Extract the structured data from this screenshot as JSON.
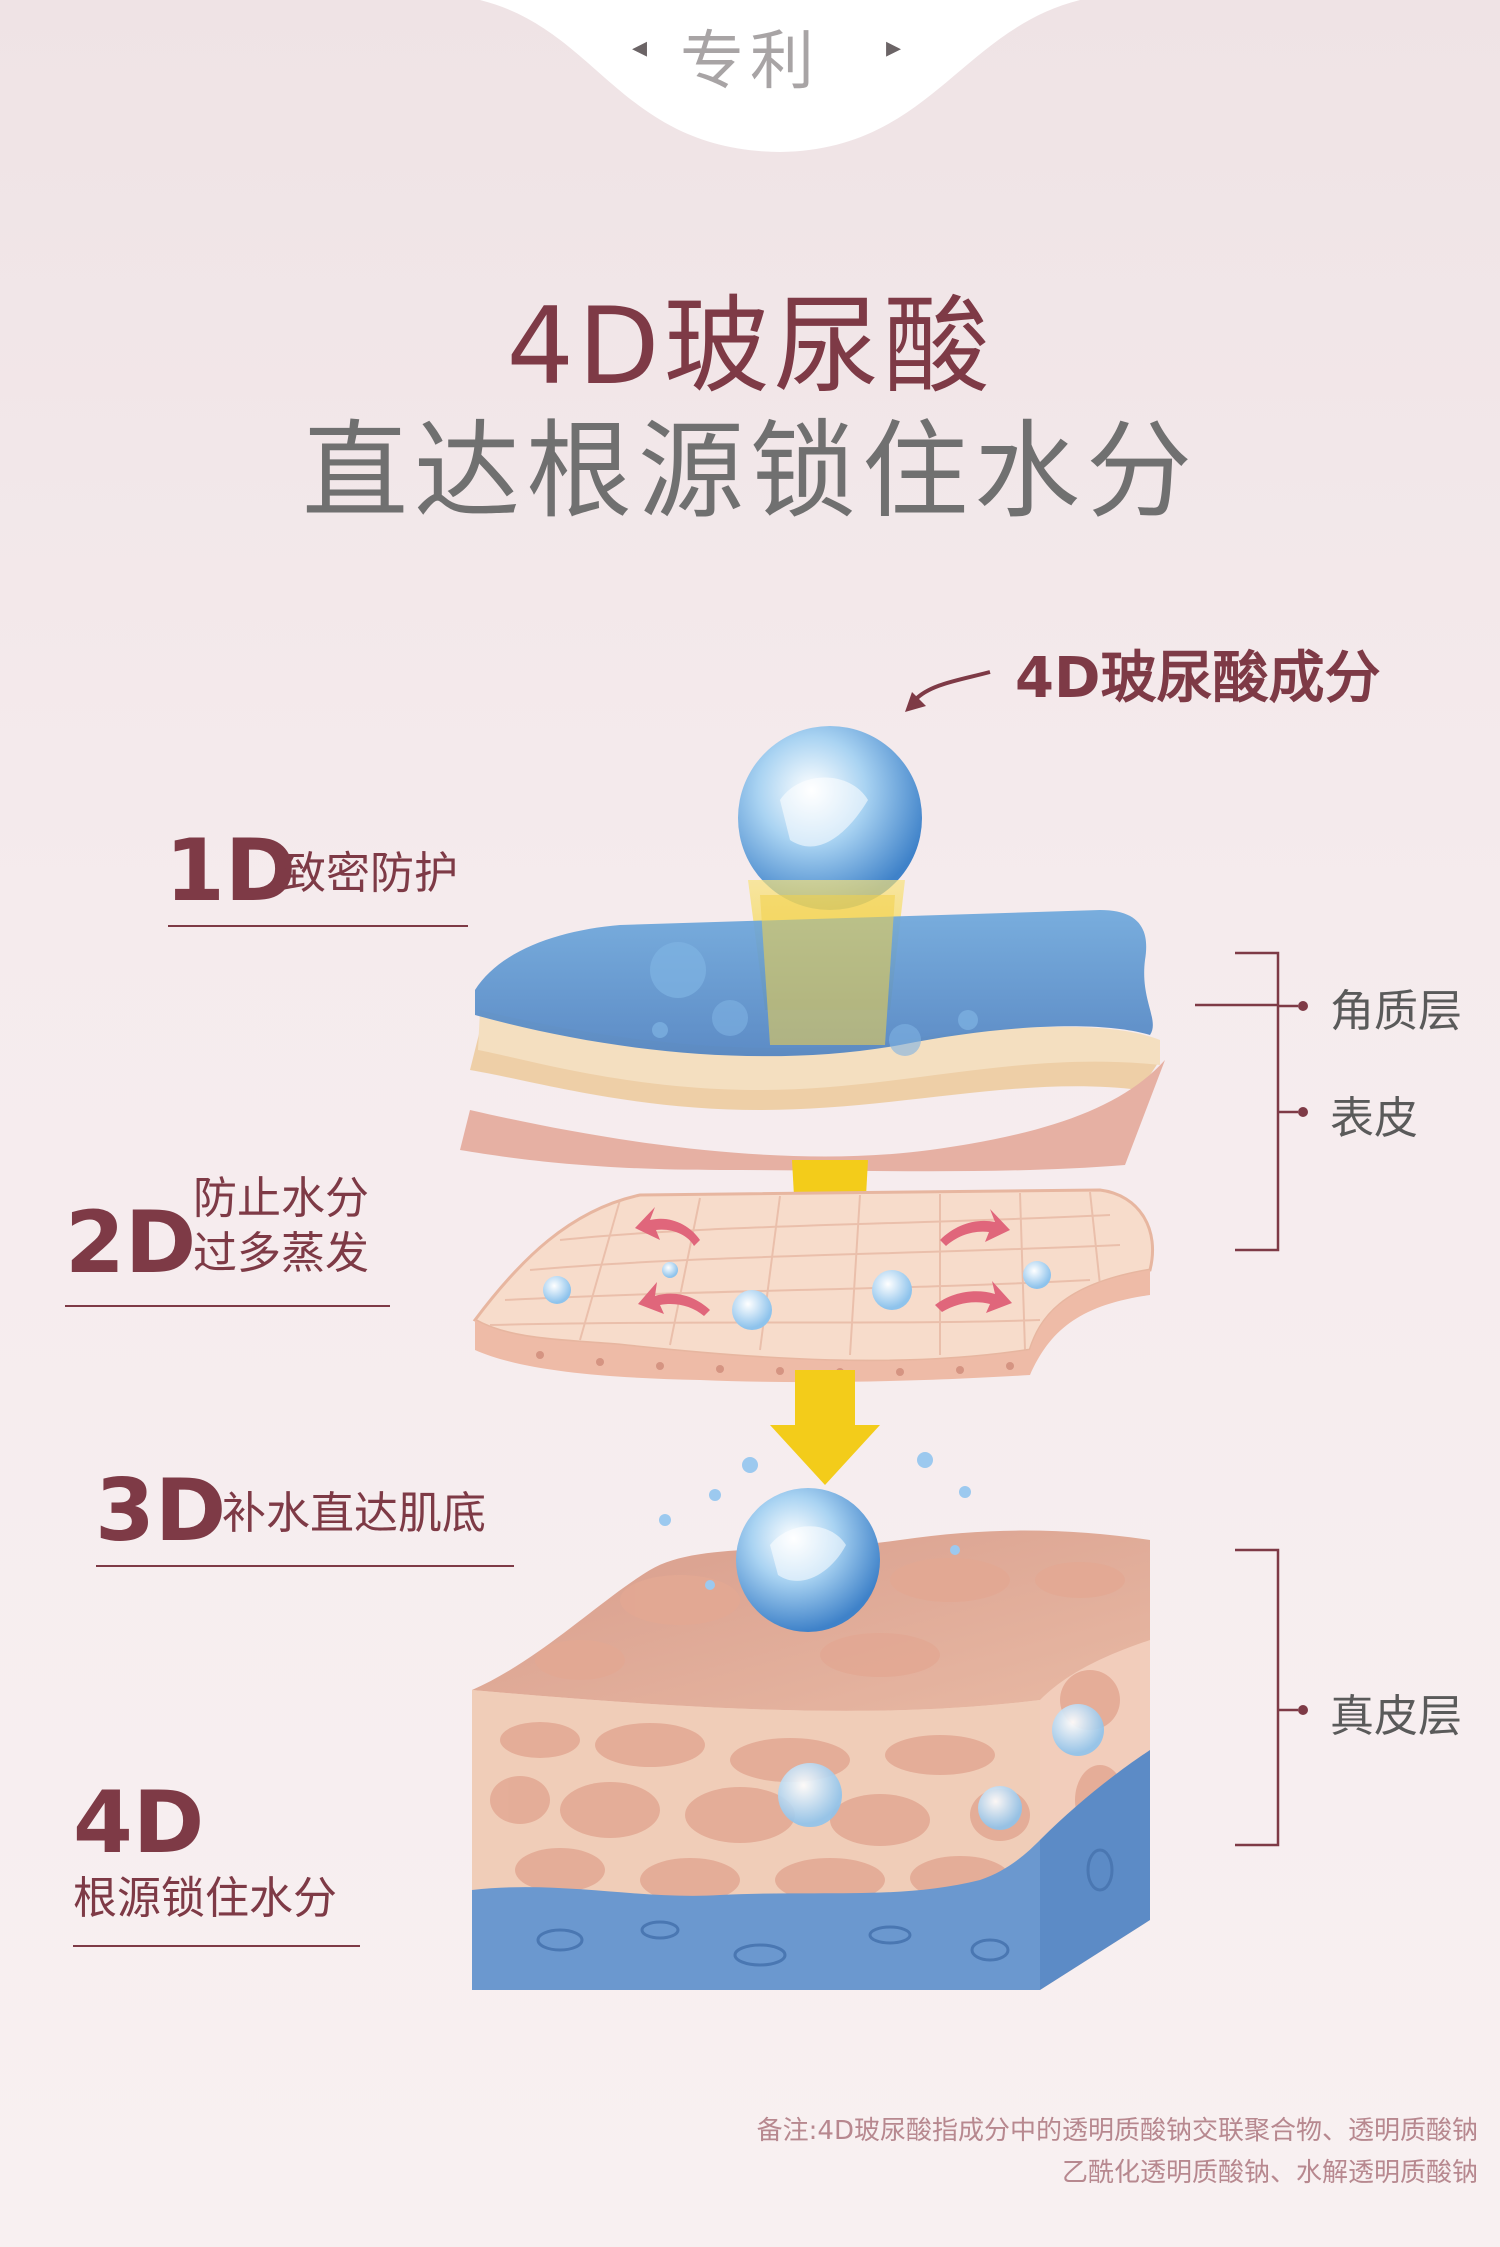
{
  "tab": {
    "label": "专利",
    "left_arrow": "◂",
    "right_arrow": "▸"
  },
  "heading": {
    "line1": "4D玻尿酸",
    "line2": "直达根源锁住水分"
  },
  "ingredient_label": "4D玻尿酸成分",
  "levels": [
    {
      "id": "1D",
      "label": "1D",
      "desc": "致密防护"
    },
    {
      "id": "2D",
      "label": "2D",
      "desc_line1": "防止水分",
      "desc_line2": "过多蒸发"
    },
    {
      "id": "3D",
      "label": "3D",
      "desc": "补水直达肌底"
    },
    {
      "id": "4D",
      "label": "4D",
      "desc": "根源锁住水分"
    }
  ],
  "skin_layers": {
    "stratum_corneum": "角质层",
    "epidermis": "表皮",
    "dermis": "真皮层"
  },
  "footnote": {
    "line1": "备注:4D玻尿酸指成分中的透明质酸钠交联聚合物、透明质酸钠",
    "line2": "乙酰化透明质酸钠、水解透明质酸钠"
  },
  "colors": {
    "accent": "#7e3a46",
    "gray_text": "#707070",
    "yellow_beam": "#f3cc1a",
    "water_blue": "#6fa3d8",
    "skin_pink": "#e8b9a4"
  }
}
